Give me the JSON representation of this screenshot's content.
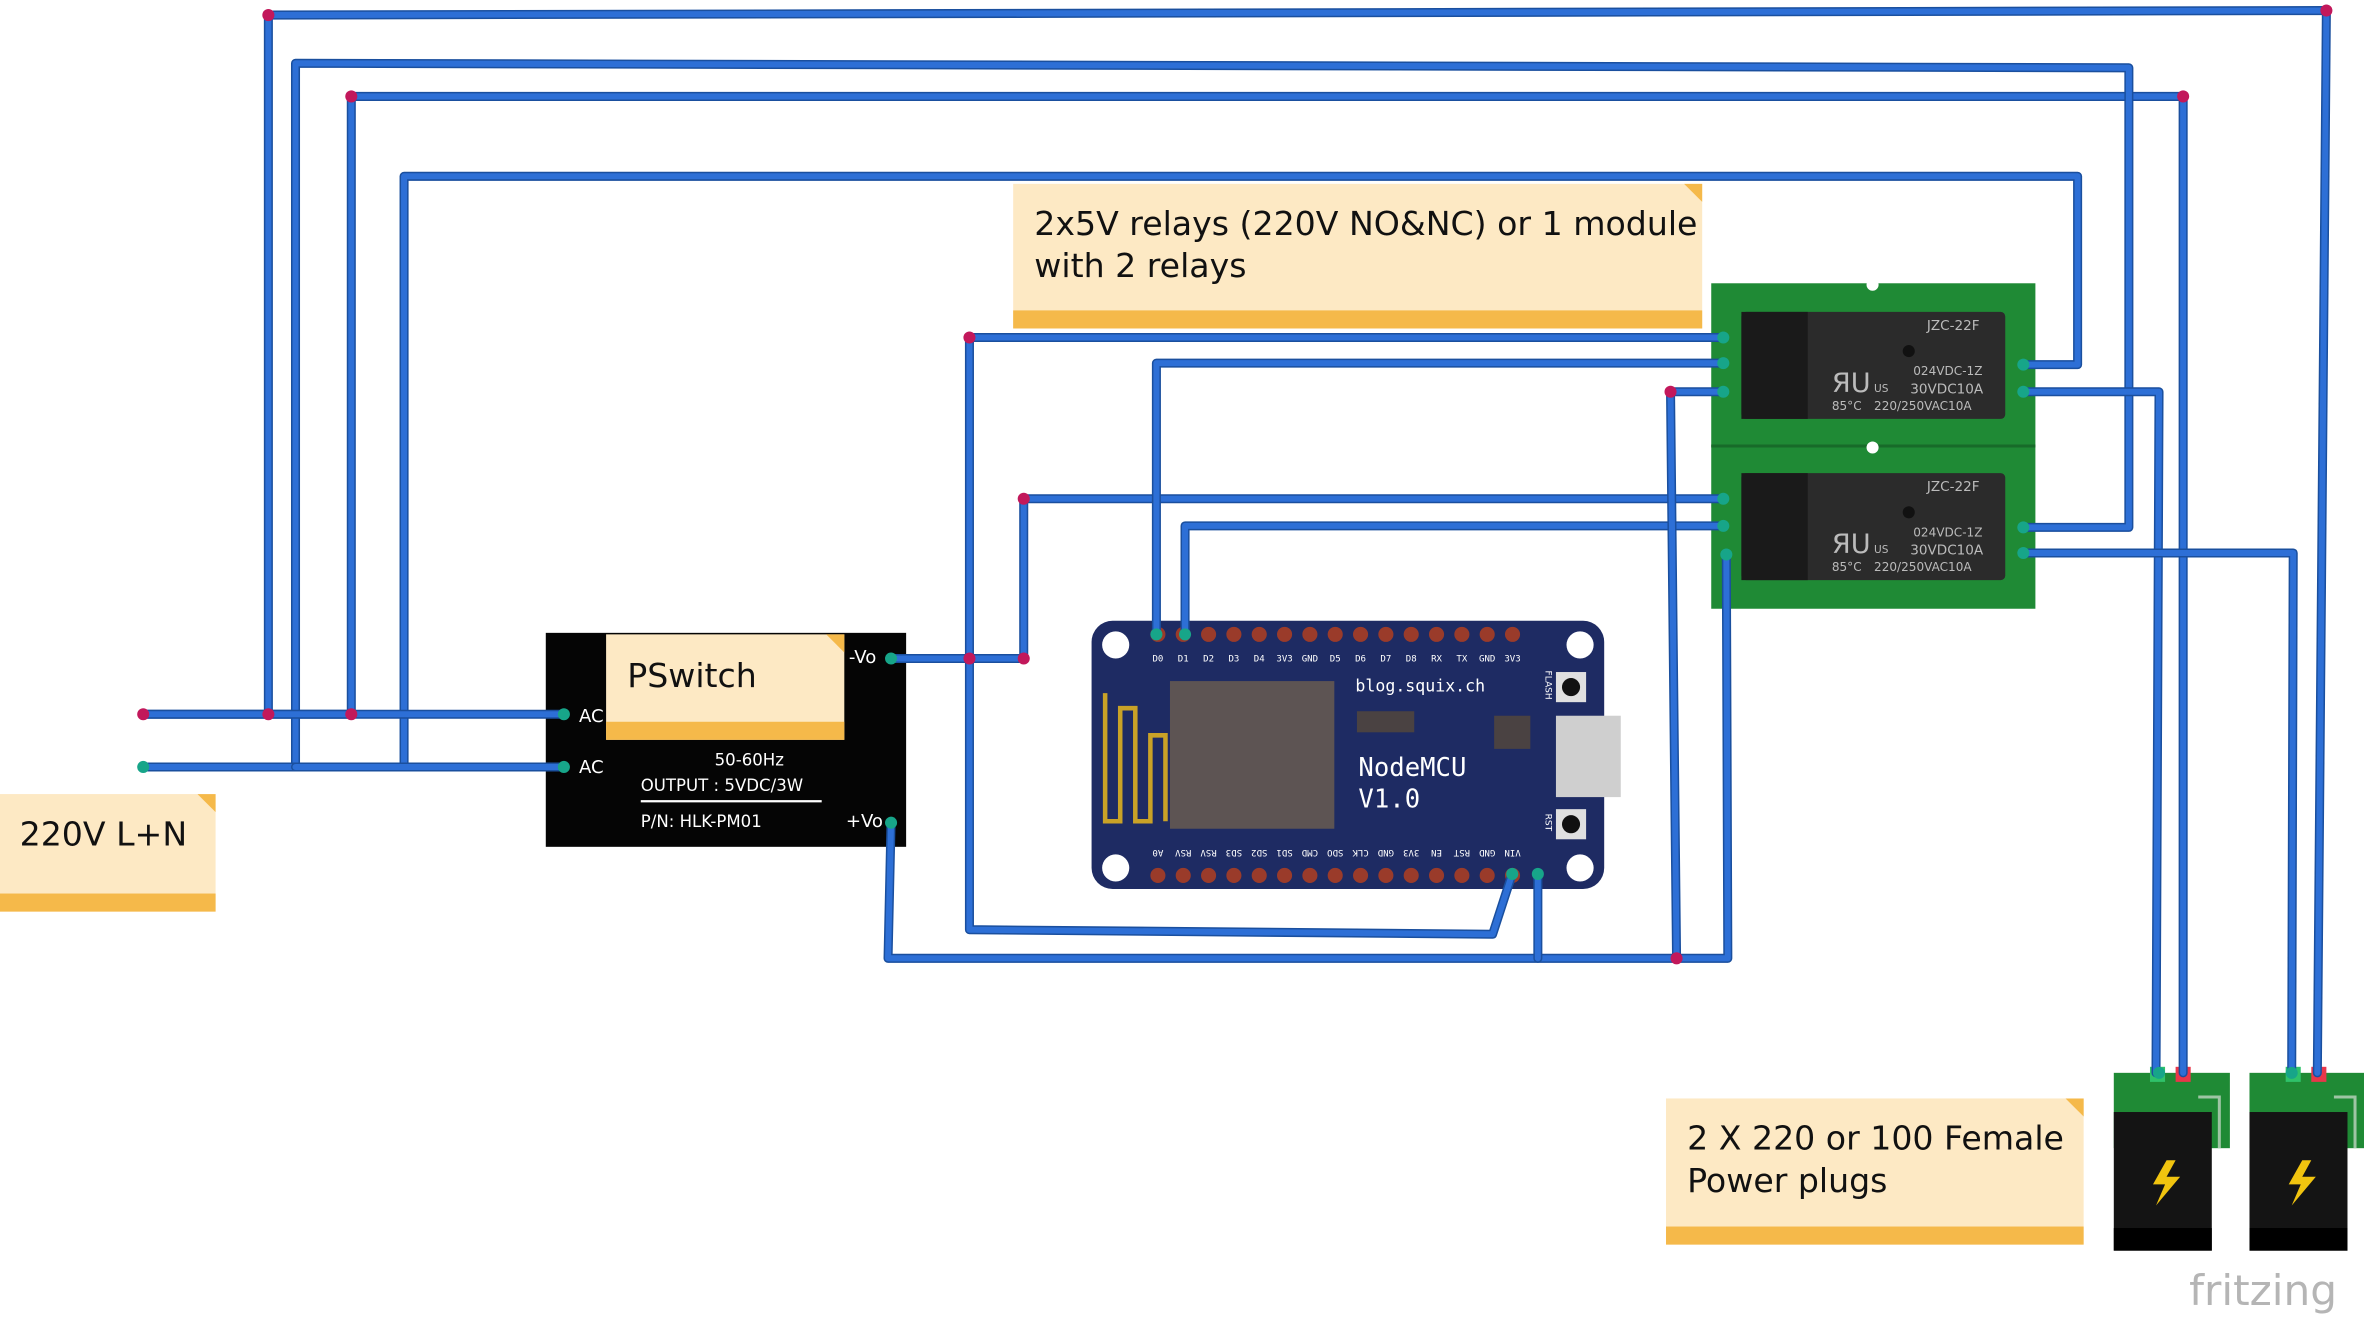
{
  "notes": {
    "relays_line1": "2x5V relays (220V NO&NC) or 1 module",
    "relays_line2": "with 2 relays",
    "pswitch": "PSwitch",
    "mains": "220V L+N",
    "plugs_line1": "2 X 220 or 100 Female",
    "plugs_line2": "Power plugs"
  },
  "power_supply": {
    "pin_ac_top": "AC",
    "pin_ac_bottom": "AC",
    "pin_neg": "-Vo",
    "pin_pos": "+Vo",
    "freq": "50-60Hz",
    "output": "OUTPUT : 5VDC/3W",
    "part_number": "P/N: HLK-PM01"
  },
  "nodemcu": {
    "site": "blog.squix.ch",
    "title_line1": "NodeMCU",
    "title_line2": "V1.0",
    "flash_label": "FLASH",
    "rst_label": "RST",
    "top_pins": [
      "D0",
      "D1",
      "D2",
      "D3",
      "D4",
      "3V3",
      "GND",
      "D5",
      "D6",
      "D7",
      "D8",
      "RX",
      "TX",
      "GND",
      "3V3"
    ],
    "bottom_pins": [
      "A0",
      "RSV",
      "RSV",
      "SD3",
      "SD2",
      "SD1",
      "CMD",
      "SDO",
      "CLK",
      "GND",
      "3V3",
      "EN",
      "RST",
      "GND",
      "VIN"
    ]
  },
  "relays": [
    {
      "model": "JZC-22F",
      "coil": "024VDC-1Z",
      "rating1": "30VDC10A",
      "temp": "85°C",
      "rating2": "220/250VAC10A",
      "mark": "US"
    },
    {
      "model": "JZC-22F",
      "coil": "024VDC-1Z",
      "rating1": "30VDC10A",
      "temp": "85°C",
      "rating2": "220/250VAC10A",
      "mark": "US"
    }
  ],
  "watermark": "fritzing",
  "colors": {
    "wire": "#2d6fd6",
    "wire_edge": "#1a4f9e",
    "note_bg": "#fde9c4",
    "note_band": "#f5b94a",
    "pcb_green": "#1f8a35",
    "relay_body": "#2b2b2b",
    "nodemcu_board": "#1e2b63",
    "psu_black": "#050505",
    "pin_end_red": "#c2185b",
    "pin_end_green": "#17a589"
  },
  "icons": [
    "lightning-icon"
  ]
}
